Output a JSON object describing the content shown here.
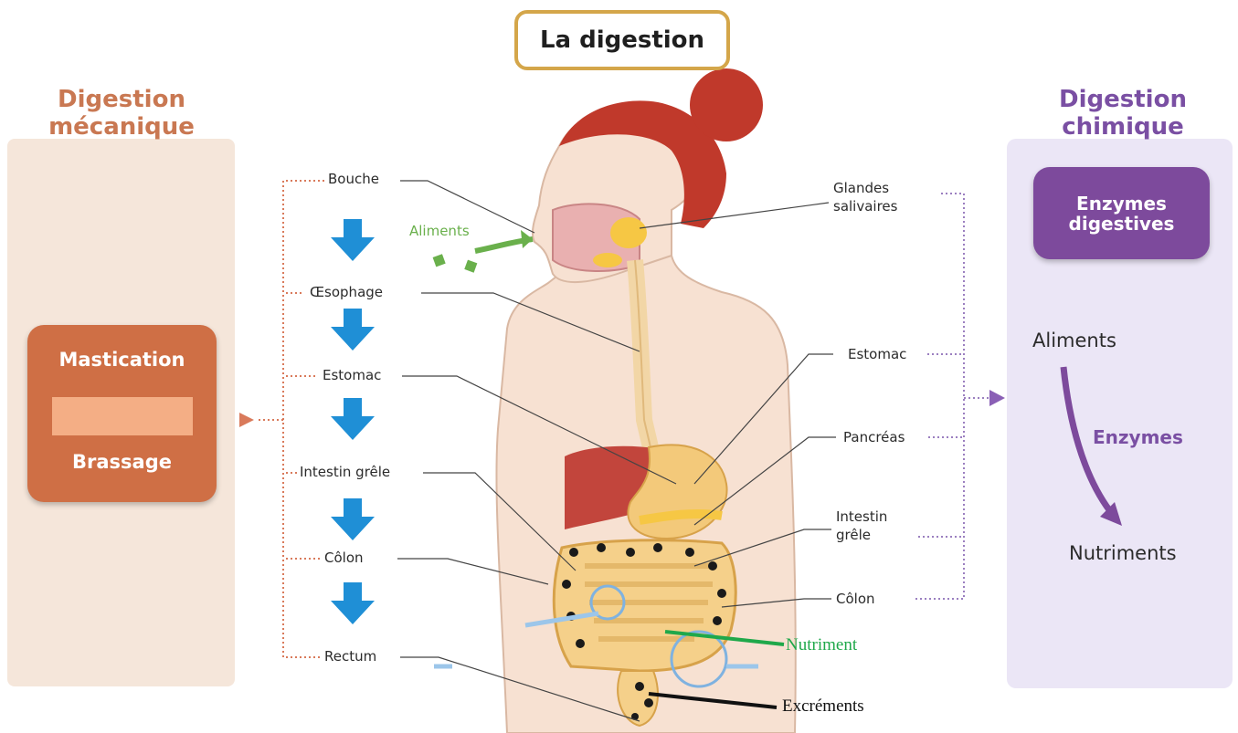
{
  "title": "La digestion",
  "left_section": {
    "heading": "Digestion mécanique",
    "box_top": "Mastication",
    "box_bottom": "Brassage"
  },
  "right_section": {
    "heading": "Digestion chimique",
    "enzymes_box": "Enzymes digestives",
    "flow_from": "Aliments",
    "flow_agent": "Enzymes",
    "flow_to": "Nutriments"
  },
  "food_label": "Aliments",
  "left_organs": [
    "Bouche",
    "Œsophage",
    "Estomac",
    "Intestin grêle",
    "Côlon",
    "Rectum"
  ],
  "right_organs": [
    "Glandes salivaires",
    "Estomac",
    "Pancréas",
    "Intestin grêle",
    "Côlon"
  ],
  "annotations": {
    "nutriment": "Nutriment",
    "excrements": "Excréments"
  },
  "colors": {
    "mechanical": "#cf6f45",
    "chemical": "#7d4a9c",
    "flow_arrow": "#1f8fd6",
    "nutriment": "#1fa84a"
  }
}
